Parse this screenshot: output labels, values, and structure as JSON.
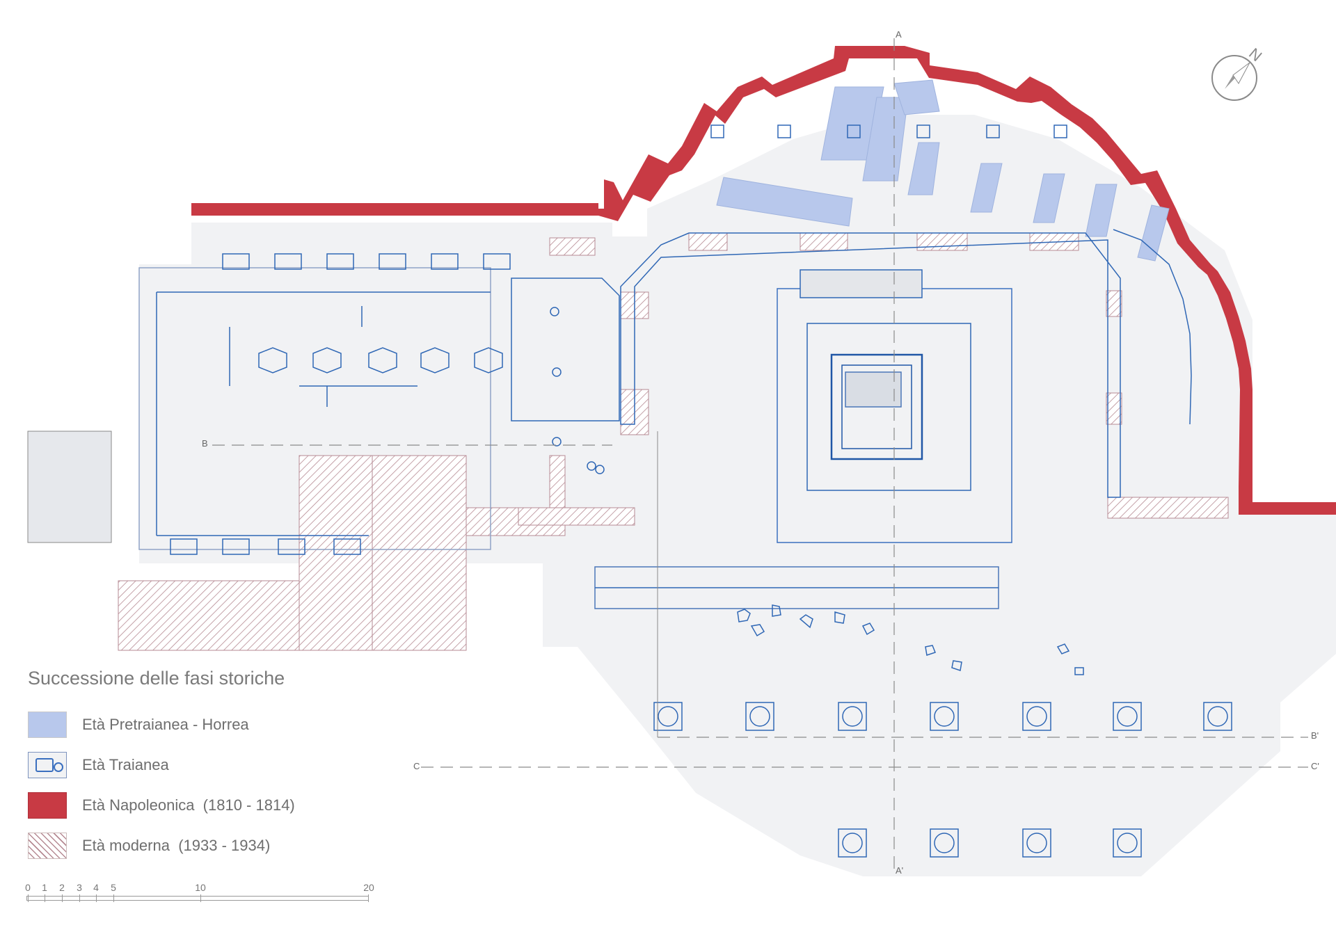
{
  "legend": {
    "title": "Successione delle fasi storiche",
    "items": [
      {
        "label": "Età Pretraianea - Horrea",
        "color": "#b8c8ec"
      },
      {
        "label": "Età Traianea",
        "color": "#3a6fbf"
      },
      {
        "label": "Età Napoleonica  (1810 - 1814)",
        "color": "#c83a44"
      },
      {
        "label": "Età moderna  (1933 - 1934)",
        "color": "#b68a93"
      }
    ]
  },
  "scale_bar": {
    "labels": [
      "0",
      "1",
      "2",
      "3",
      "4",
      "5",
      "10",
      "20"
    ]
  },
  "section_labels": {
    "a_top": "A",
    "a_bottom": "A'",
    "b_left": "B",
    "b_right": "B'",
    "c_left": "C",
    "c_right": "C'"
  },
  "north_label": "N",
  "colors": {
    "napoleonic_wall": "#c83a44",
    "trajanic_lines": "#2f67b5",
    "pretrajanic_fill": "#b8c8ec",
    "modern_hatch": "#b68a93",
    "ground": "#f1f2f4"
  }
}
